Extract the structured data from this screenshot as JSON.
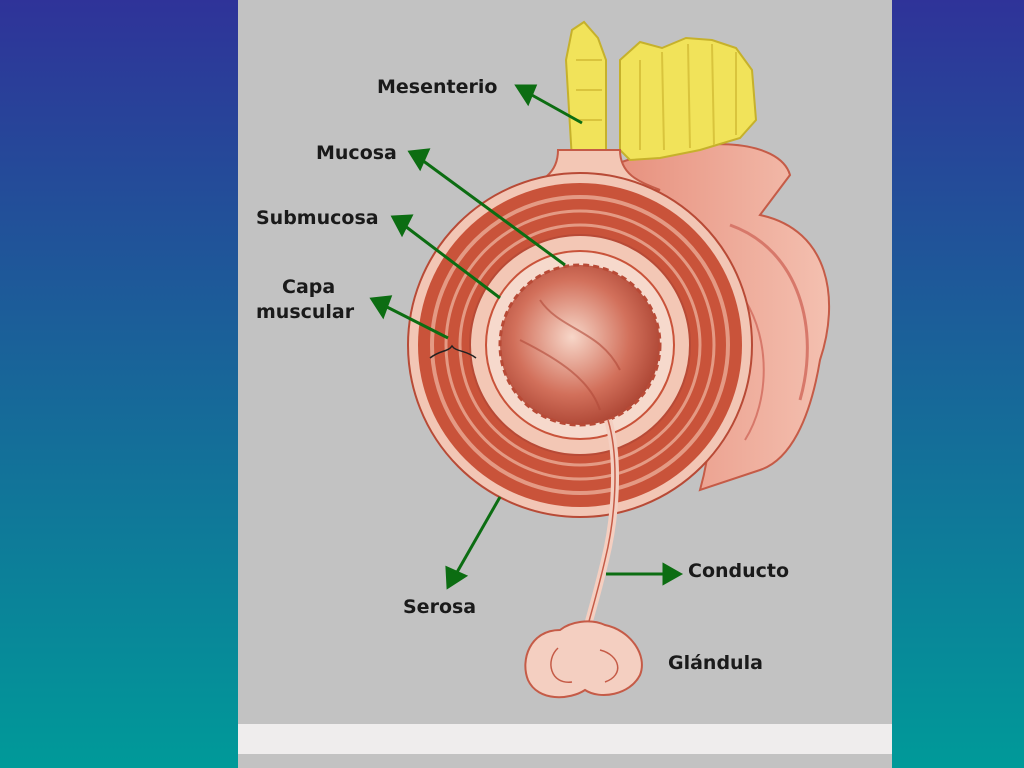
{
  "colors": {
    "background_top": "#2f3399",
    "background_bottom": "#009a99",
    "panel": "#c2c2c2",
    "arrow": "#0c6d12",
    "fat": "#f1e35a",
    "muscle": "#c9533a",
    "mucosa": "#f3c7b5"
  },
  "labels": {
    "mesenterio": "Mesenterio",
    "mucosa": "Mucosa",
    "submucosa": "Submucosa",
    "capa_muscular_1": "Capa",
    "capa_muscular_2": "muscular",
    "serosa": "Serosa",
    "conducto": "Conducto",
    "glandula": "Glándula"
  }
}
